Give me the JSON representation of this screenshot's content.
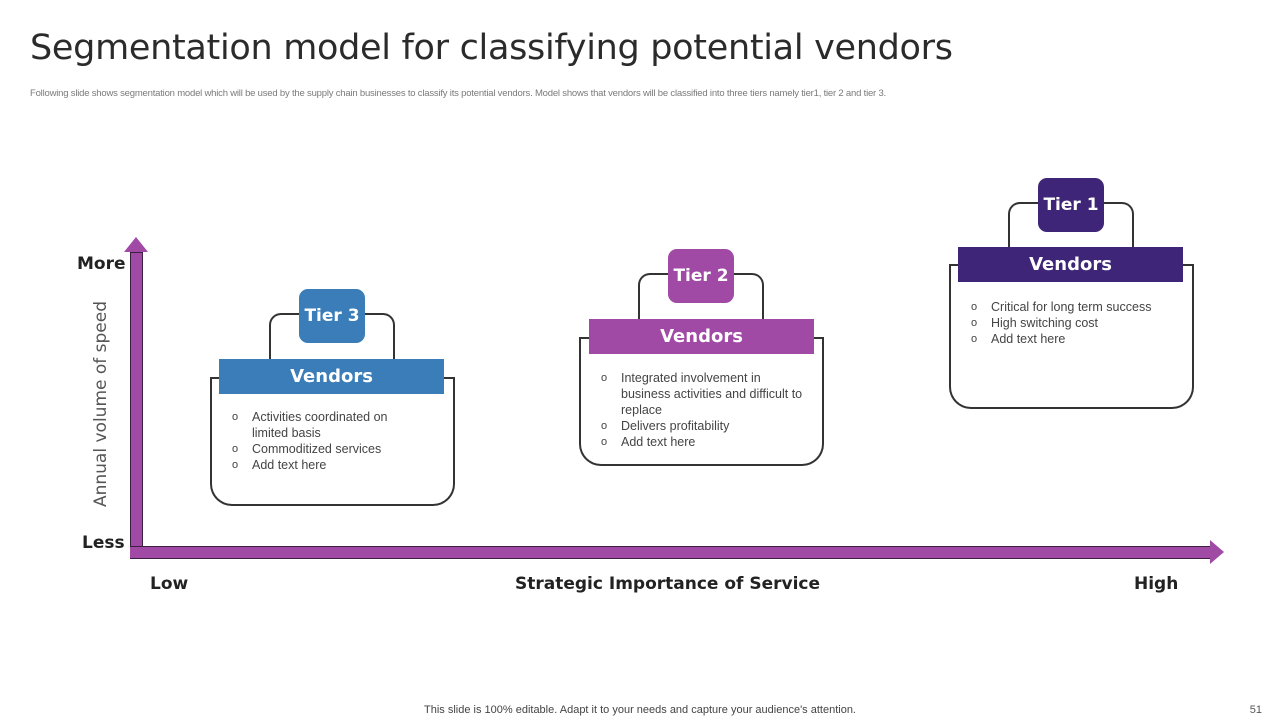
{
  "slide": {
    "title": "Segmentation model for classifying potential vendors",
    "subtitle": "Following slide shows segmentation model which will be used by the supply chain businesses to classify its potential vendors. Model shows that vendors will be classified into three tiers namely tier1, tier 2 and tier 3.",
    "footer": "This slide is 100% editable. Adapt it to your needs and capture your audience's attention.",
    "page_number": "51"
  },
  "axes": {
    "y_title": "Annual volume of speed",
    "y_high": "More",
    "y_low": "Less",
    "x_title": "Strategic Importance of Service",
    "x_low": "Low",
    "x_high": "High",
    "color": "#a04aa6"
  },
  "tiers": [
    {
      "tier_label": "Tier 3",
      "band_label": "Vendors",
      "color": "#3b7db8",
      "bullets": [
        "Activities coordinated on limited basis",
        "Commoditized services",
        "Add text here"
      ]
    },
    {
      "tier_label": "Tier 2",
      "band_label": "Vendors",
      "color": "#a04aa6",
      "bullets": [
        "Integrated involvement in business activities and difficult to replace",
        "Delivers profitability",
        "Add text here"
      ]
    },
    {
      "tier_label": "Tier 1",
      "band_label": "Vendors",
      "color": "#3e2577",
      "bullets": [
        "Critical for long term success",
        "High switching cost",
        "Add text here"
      ]
    }
  ]
}
